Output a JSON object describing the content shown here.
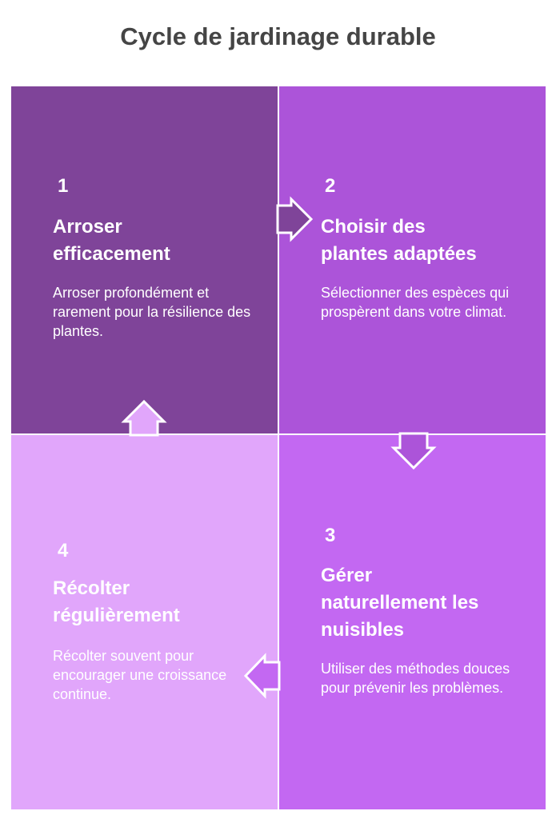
{
  "title": "Cycle de jardinage durable",
  "colors": {
    "step1": "#7F4499",
    "step2": "#AC54D9",
    "step3": "#C368F2",
    "step4": "#E1A6FB",
    "title": "#454545",
    "text": "#FFFFFF"
  },
  "steps": [
    {
      "number": "1",
      "heading_line1": "Arroser",
      "heading_line2": "efficacement",
      "heading_line3": "",
      "description": "Arroser profondément et rarement pour la résilience des plantes."
    },
    {
      "number": "2",
      "heading_line1": "Choisir des",
      "heading_line2": "plantes adaptées",
      "heading_line3": "",
      "description": "Sélectionner des espèces qui prospèrent dans votre climat."
    },
    {
      "number": "3",
      "heading_line1": "Gérer",
      "heading_line2": "naturellement les",
      "heading_line3": "nuisibles",
      "description": "Utiliser des méthodes douces pour prévenir les problèmes."
    },
    {
      "number": "4",
      "heading_line1": "Récolter",
      "heading_line2": "régulièrement",
      "heading_line3": "",
      "description": "Récolter souvent pour encourager une croissance continue."
    }
  ]
}
